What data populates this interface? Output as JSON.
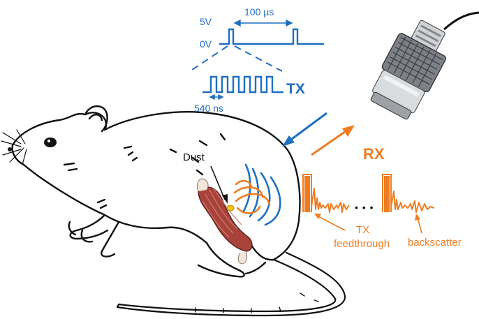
{
  "labels": {
    "v_high": "5V",
    "v_low": "0V",
    "pulse_period": "100 µs",
    "tx": "TX",
    "burst_period": "540 ns",
    "dust": "Dust",
    "rx": "RX",
    "tx_feedthrough_line1": "TX",
    "tx_feedthrough_line2": "feedthrough",
    "backscatter": "backscatter",
    "ellipsis": "• • •"
  },
  "colors": {
    "tx_blue": "#1f6fc2",
    "rx_orange": "#ee7d22",
    "muscle_red": "#a8433b",
    "dust_yellow": "#f2c21b",
    "outline": "#111111"
  },
  "icons": {
    "transducer": "ultrasound-transducer-icon",
    "rat": "rat-illustration",
    "muscle": "muscle-icon"
  }
}
